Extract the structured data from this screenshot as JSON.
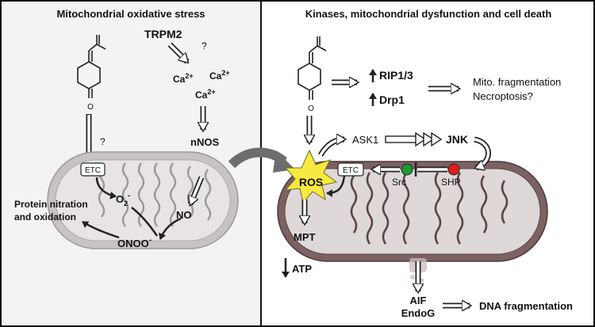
{
  "left_panel": {
    "title": "Mitochondrial oxidative stress",
    "trpm2": "TRPM2",
    "question_trpm2": "?",
    "ca_label": "Ca",
    "ca_charge": "2+",
    "nnos": "nNOS",
    "etc": "ETC",
    "question_etc": "?",
    "o2": "O",
    "o2_sub": "2",
    "o2_sup": "-",
    "no": "NO",
    "onoo": "ONOO",
    "onoo_sup": "-",
    "protein_line1": "Protein nitration",
    "protein_line2": "and oxidation",
    "quinone_o": "O"
  },
  "right_panel": {
    "title": "Kinases, mitochondrial dysfunction and cell death",
    "rip": "RIP1/3",
    "drp1": "Drp1",
    "mito_frag": "Mito. fragmentation",
    "necroptosis": "Necroptosis?",
    "ask1": "ASK1",
    "jnk": "JNK",
    "ros": "ROS",
    "etc": "ETC",
    "src": "Src",
    "shp": "SHP",
    "mpt": "MPT",
    "atp": "ATP",
    "aif": "AIF",
    "endog": "EndoG",
    "dna_frag": "DNA fragmentation",
    "quinone_o": "O"
  },
  "colors": {
    "panel_left_bg": "#f3f3f3",
    "membrane_left": "#c9c2c2",
    "matrix_left": "#e8e4e4",
    "membrane_right": "#7c6262",
    "matrix_right": "#ded8d8",
    "ros_star": "#f7e93f",
    "src_dot": "#1a9a30",
    "shp_dot": "#e01e1e"
  }
}
